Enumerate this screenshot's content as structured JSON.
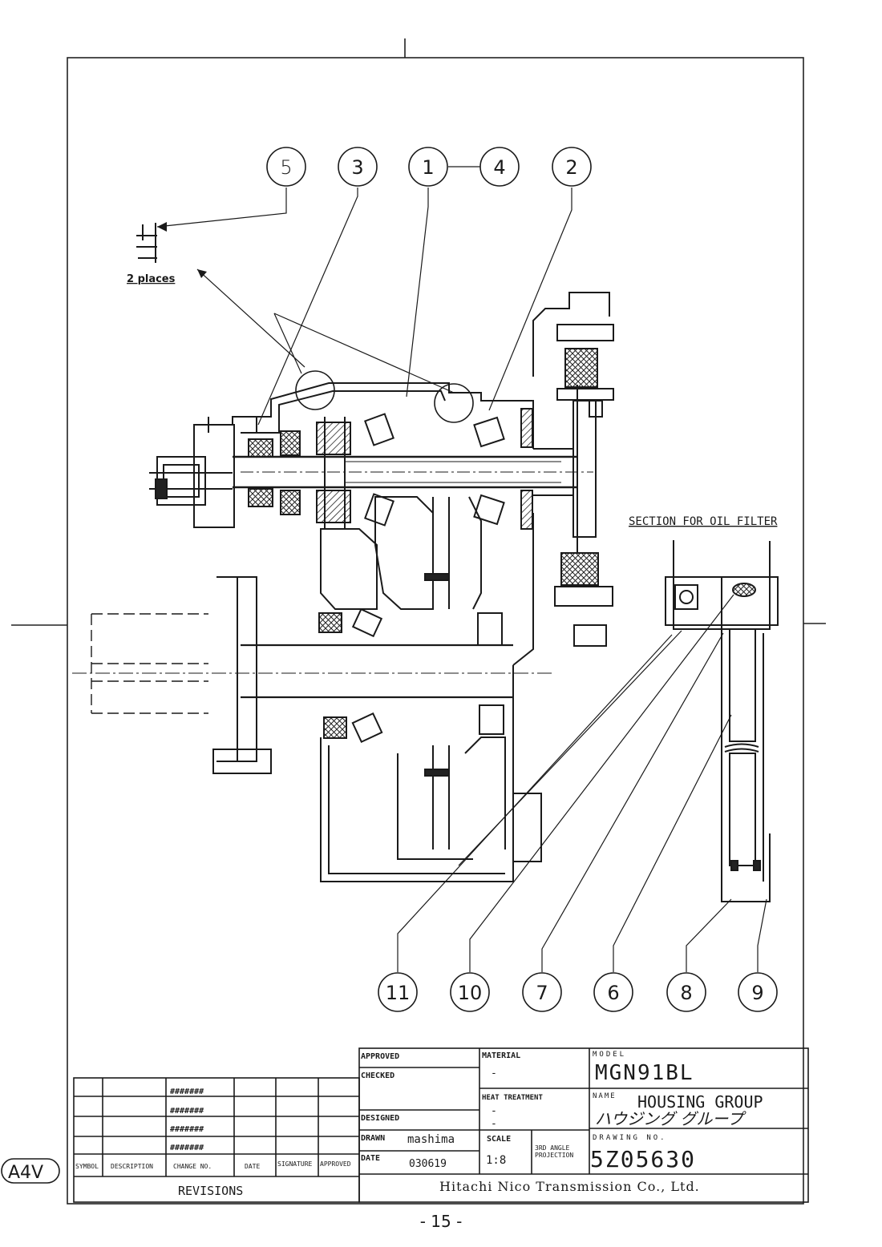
{
  "callouts": {
    "c1": "1",
    "c2": "2",
    "c3": "3",
    "c4": "4",
    "c5": "5",
    "c6": "6",
    "c7": "7",
    "c8": "8",
    "c9": "9",
    "c10": "10",
    "c11": "11"
  },
  "note_two_places": "2 places",
  "section_title": "SECTION FOR OIL FILTER",
  "paper_size_badge": "A4V",
  "page_number": "- 15 -",
  "title_block": {
    "approved_label": "APPROVED",
    "checked_label": "CHECKED",
    "designed_label": "DESIGNED",
    "drawn_label": "DRAWN",
    "drawn_value": "mashima",
    "date_label": "DATE",
    "date_value": "030619",
    "material_label": "MATERIAL",
    "material_value": "-",
    "heat_treatment_label": "HEAT TREATMENT",
    "heat_treatment_value_1": "-",
    "heat_treatment_value_2": "-",
    "scale_label": "SCALE",
    "scale_value": "1:8",
    "projection_line1": "3RD ANGLE",
    "projection_line2": "PROJECTION",
    "model_label": "MODEL",
    "model_value": "MGN91BL",
    "name_label": "NAME",
    "name_value_en": "HOUSING GROUP",
    "name_value_jp": "ハウジング グループ",
    "drawing_no_label": "DRAWING NO.",
    "drawing_no_value": "5Z05630",
    "company": "Hitachi Nico Transmission Co., Ltd."
  },
  "revisions": {
    "title": "REVISIONS",
    "headers": [
      "SYMBOL",
      "DESCRIPTION",
      "CHANGE NO.",
      "DATE",
      "SIGNATURE",
      "APPROVED"
    ],
    "change_marks": [
      "#######",
      "#######",
      "#######",
      "#######"
    ]
  }
}
